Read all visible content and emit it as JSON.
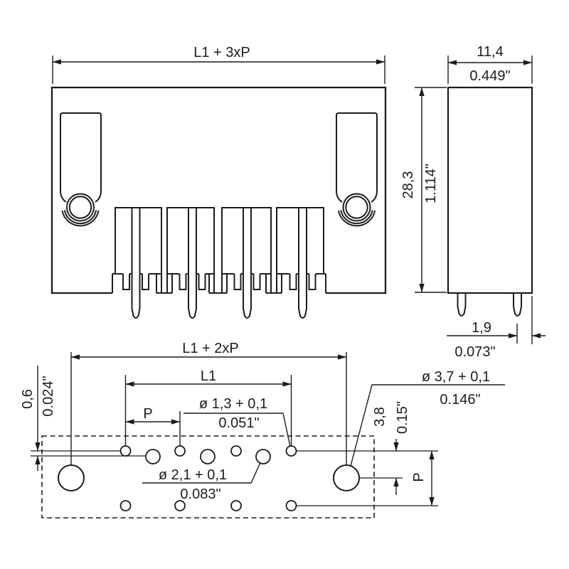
{
  "colors": {
    "line": "#1c1c1c",
    "background": "#ffffff"
  },
  "front_view": {
    "width_dim": "L1 + 3xP"
  },
  "side_view": {
    "width_mm": "11,4",
    "width_inch": "0.449\"",
    "height_mm": "28,3",
    "height_inch": "1.114\"",
    "pin_to_edge_mm": "1,9",
    "pin_to_edge_inch": "0.073\""
  },
  "drill_plan": {
    "total_span": "L1 + 2xP",
    "inner_span": "L1",
    "pitch": "P",
    "row_pitch": "P",
    "small_hole_mm": "ø 1,3 + 0,1",
    "small_hole_inch": "0.051\"",
    "medium_hole_mm": "ø 2,1 + 0,1",
    "medium_hole_inch": "0.083\"",
    "large_hole_mm": "ø 3,7 + 0,1",
    "large_hole_inch": "0.146\"",
    "row_offset_mm": "0,6",
    "row_offset_inch": "0.024\"",
    "large_hole_drop_mm": "3,8",
    "large_hole_drop_inch": "0.15\""
  }
}
